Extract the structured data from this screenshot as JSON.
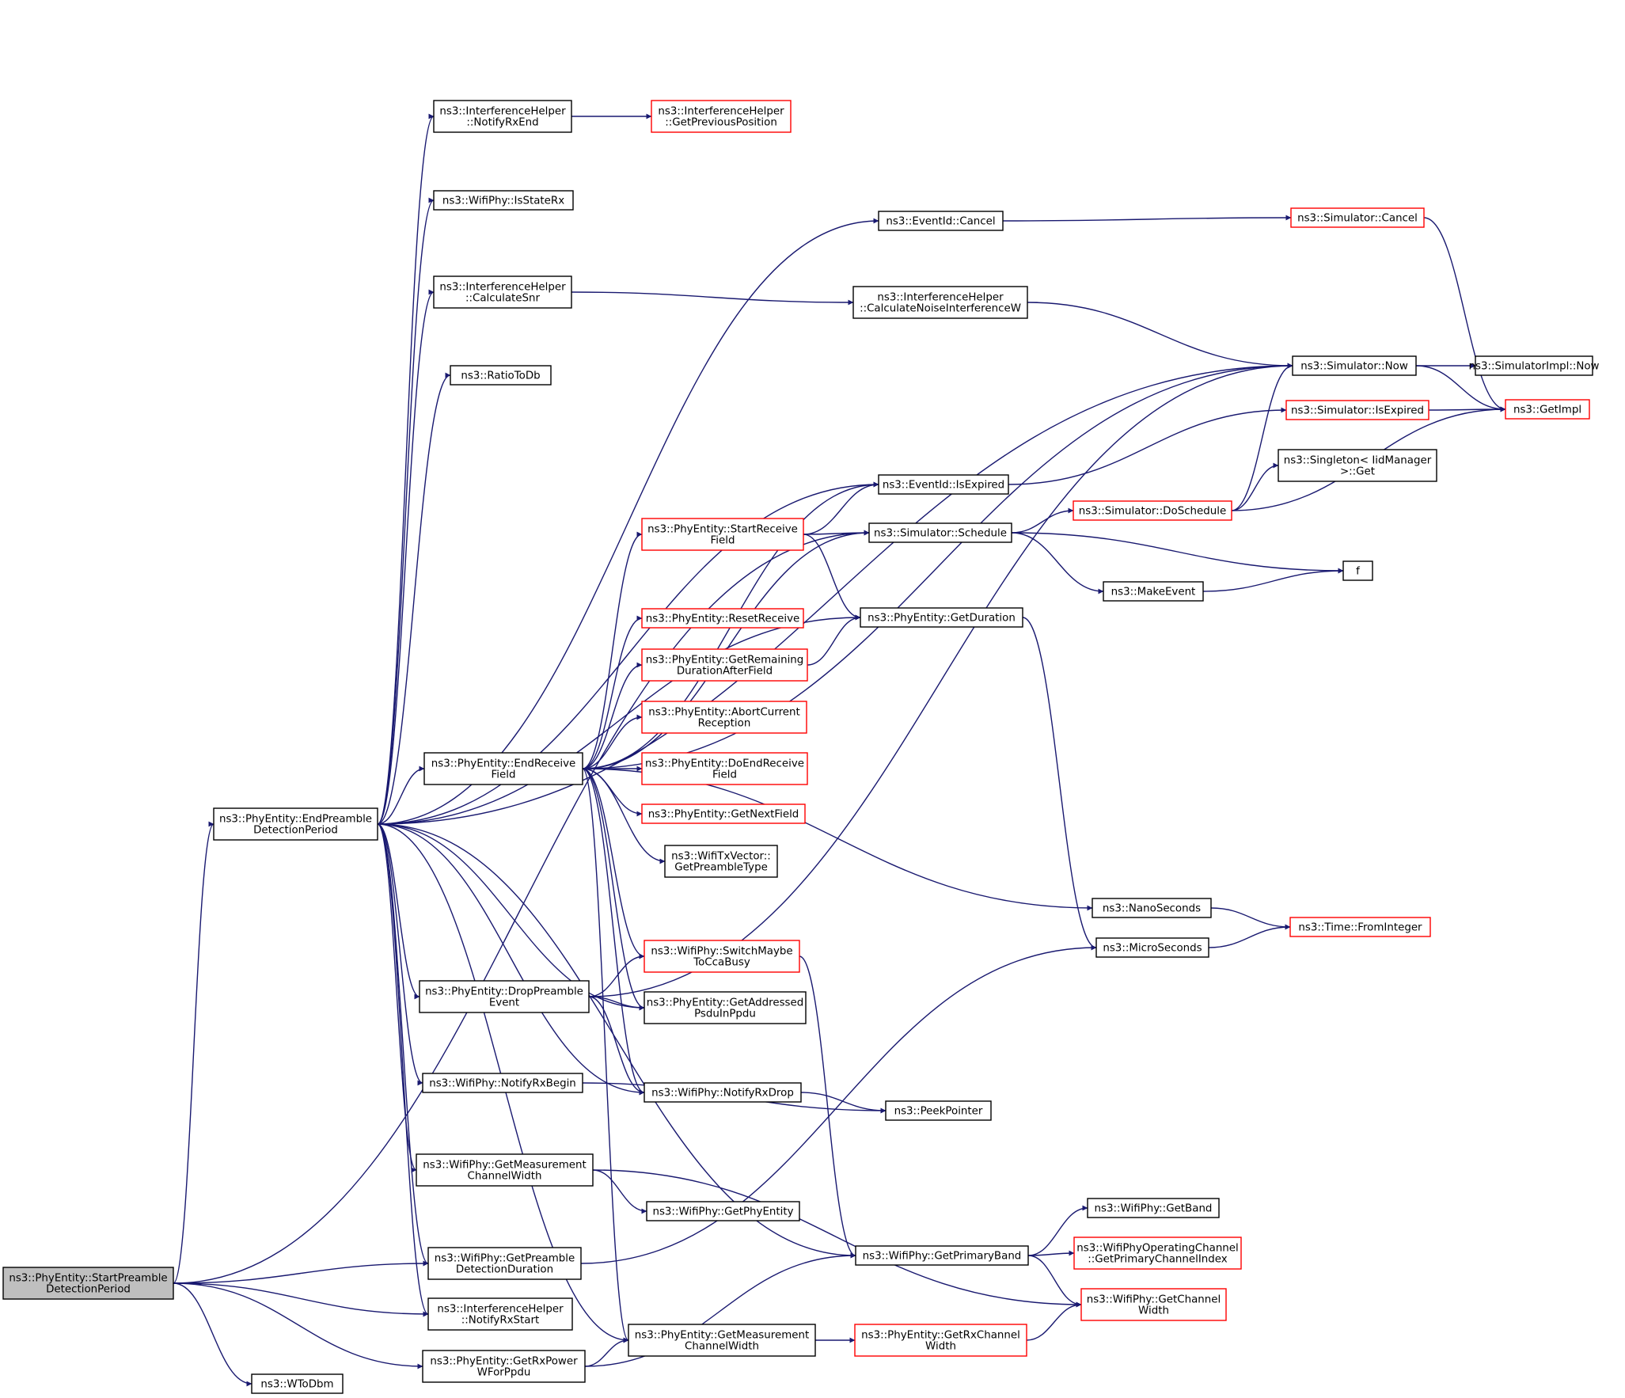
{
  "graph": {
    "colors": {
      "edge": "#191970",
      "border_normal": "#000000",
      "border_truncated": "#ff0000",
      "root_fill": "#bfbfbf"
    },
    "nodes": {
      "start": {
        "lines": [
          "ns3::PhyEntity::StartPreamble",
          "DetectionPeriod"
        ],
        "style": "root"
      },
      "end_preamble": {
        "lines": [
          "ns3::PhyEntity::EndPreamble",
          "DetectionPeriod"
        ],
        "style": "normal"
      },
      "wtodbm": {
        "lines": [
          "ns3::WToDbm"
        ],
        "style": "normal"
      },
      "ih_notify_rx_end": {
        "lines": [
          "ns3::InterferenceHelper",
          "::NotifyRxEnd"
        ],
        "style": "normal"
      },
      "ih_get_prev_pos": {
        "lines": [
          "ns3::InterferenceHelper",
          "::GetPreviousPosition"
        ],
        "style": "truncated"
      },
      "wifiphy_is_state_rx": {
        "lines": [
          "ns3::WifiPhy::IsStateRx"
        ],
        "style": "normal"
      },
      "eventid_cancel": {
        "lines": [
          "ns3::EventId::Cancel"
        ],
        "style": "normal"
      },
      "sim_cancel": {
        "lines": [
          "ns3::Simulator::Cancel"
        ],
        "style": "truncated"
      },
      "ih_calc_snr": {
        "lines": [
          "ns3::InterferenceHelper",
          "::CalculateSnr"
        ],
        "style": "normal"
      },
      "ih_calc_noise": {
        "lines": [
          "ns3::InterferenceHelper",
          "::CalculateNoiseInterferenceW"
        ],
        "style": "normal"
      },
      "sim_now": {
        "lines": [
          "ns3::Simulator::Now"
        ],
        "style": "normal"
      },
      "simimpl_now": {
        "lines": [
          "ns3::SimulatorImpl::Now"
        ],
        "style": "normal"
      },
      "ratio_to_db": {
        "lines": [
          "ns3::RatioToDb"
        ],
        "style": "normal"
      },
      "get_impl": {
        "lines": [
          "ns3::GetImpl"
        ],
        "style": "truncated"
      },
      "sim_is_expired": {
        "lines": [
          "ns3::Simulator::IsExpired"
        ],
        "style": "truncated"
      },
      "singleton_get": {
        "lines": [
          "ns3::Singleton< IidManager",
          ">::Get"
        ],
        "style": "normal"
      },
      "eventid_is_expired": {
        "lines": [
          "ns3::EventId::IsExpired"
        ],
        "style": "normal"
      },
      "sim_do_schedule": {
        "lines": [
          "ns3::Simulator::DoSchedule"
        ],
        "style": "truncated"
      },
      "start_receive_field": {
        "lines": [
          "ns3::PhyEntity::StartReceive",
          "Field"
        ],
        "style": "truncated"
      },
      "sim_schedule": {
        "lines": [
          "ns3::Simulator::Schedule"
        ],
        "style": "normal"
      },
      "f": {
        "lines": [
          "f"
        ],
        "style": "normal"
      },
      "make_event": {
        "lines": [
          "ns3::MakeEvent"
        ],
        "style": "normal"
      },
      "reset_receive": {
        "lines": [
          "ns3::PhyEntity::ResetReceive"
        ],
        "style": "truncated"
      },
      "get_duration": {
        "lines": [
          "ns3::PhyEntity::GetDuration"
        ],
        "style": "normal"
      },
      "get_remaining": {
        "lines": [
          "ns3::PhyEntity::GetRemaining",
          "DurationAfterField"
        ],
        "style": "truncated"
      },
      "abort_current": {
        "lines": [
          "ns3::PhyEntity::AbortCurrent",
          "Reception"
        ],
        "style": "truncated"
      },
      "end_receive_field": {
        "lines": [
          "ns3::PhyEntity::EndReceive",
          "Field"
        ],
        "style": "normal"
      },
      "do_end_receive": {
        "lines": [
          "ns3::PhyEntity::DoEndReceive",
          "Field"
        ],
        "style": "truncated"
      },
      "get_next_field": {
        "lines": [
          "ns3::PhyEntity::GetNextField"
        ],
        "style": "truncated"
      },
      "get_preamble_type": {
        "lines": [
          "ns3::WifiTxVector::",
          "GetPreambleType"
        ],
        "style": "normal"
      },
      "nano_seconds": {
        "lines": [
          "ns3::NanoSeconds"
        ],
        "style": "normal"
      },
      "from_integer": {
        "lines": [
          "ns3::Time::FromInteger"
        ],
        "style": "truncated"
      },
      "switch_maybe": {
        "lines": [
          "ns3::WifiPhy::SwitchMaybe",
          "ToCcaBusy"
        ],
        "style": "truncated"
      },
      "micro_seconds": {
        "lines": [
          "ns3::MicroSeconds"
        ],
        "style": "normal"
      },
      "drop_preamble": {
        "lines": [
          "ns3::PhyEntity::DropPreamble",
          "Event"
        ],
        "style": "normal"
      },
      "get_addressed": {
        "lines": [
          "ns3::PhyEntity::GetAddressed",
          "PsduInPpdu"
        ],
        "style": "normal"
      },
      "notify_rx_begin": {
        "lines": [
          "ns3::WifiPhy::NotifyRxBegin"
        ],
        "style": "normal"
      },
      "notify_rx_drop": {
        "lines": [
          "ns3::WifiPhy::NotifyRxDrop"
        ],
        "style": "normal"
      },
      "peek_pointer": {
        "lines": [
          "ns3::PeekPointer"
        ],
        "style": "normal"
      },
      "wp_get_meas_cw": {
        "lines": [
          "ns3::WifiPhy::GetMeasurement",
          "ChannelWidth"
        ],
        "style": "normal"
      },
      "get_phy_entity": {
        "lines": [
          "ns3::WifiPhy::GetPhyEntity"
        ],
        "style": "normal"
      },
      "get_band": {
        "lines": [
          "ns3::WifiPhy::GetBand"
        ],
        "style": "normal"
      },
      "get_primary_band": {
        "lines": [
          "ns3::WifiPhy::GetPrimaryBand"
        ],
        "style": "normal"
      },
      "get_primary_channel_index": {
        "lines": [
          "ns3::WifiPhyOperatingChannel",
          "::GetPrimaryChannelIndex"
        ],
        "style": "truncated"
      },
      "get_preamble_det_dur": {
        "lines": [
          "ns3::WifiPhy::GetPreamble",
          "DetectionDuration"
        ],
        "style": "normal"
      },
      "get_channel_width": {
        "lines": [
          "ns3::WifiPhy::GetChannel",
          "Width"
        ],
        "style": "truncated"
      },
      "ih_notify_rx_start": {
        "lines": [
          "ns3::InterferenceHelper",
          "::NotifyRxStart"
        ],
        "style": "normal"
      },
      "pe_get_meas_cw": {
        "lines": [
          "ns3::PhyEntity::GetMeasurement",
          "ChannelWidth"
        ],
        "style": "normal"
      },
      "get_rx_channel_width": {
        "lines": [
          "ns3::PhyEntity::GetRxChannel",
          "Width"
        ],
        "style": "truncated"
      },
      "get_rx_power": {
        "lines": [
          "ns3::PhyEntity::GetRxPower",
          "WForPpdu"
        ],
        "style": "normal"
      }
    },
    "edges": [
      [
        "start",
        "end_preamble"
      ],
      [
        "start",
        "get_preamble_det_dur"
      ],
      [
        "start",
        "ih_notify_rx_start"
      ],
      [
        "start",
        "get_rx_power"
      ],
      [
        "start",
        "wtodbm"
      ],
      [
        "start",
        "sim_schedule"
      ],
      [
        "end_preamble",
        "ih_notify_rx_end"
      ],
      [
        "end_preamble",
        "wifiphy_is_state_rx"
      ],
      [
        "end_preamble",
        "eventid_cancel"
      ],
      [
        "end_preamble",
        "ih_calc_snr"
      ],
      [
        "end_preamble",
        "ratio_to_db"
      ],
      [
        "end_preamble",
        "sim_now"
      ],
      [
        "end_preamble",
        "eventid_is_expired"
      ],
      [
        "end_preamble",
        "get_duration"
      ],
      [
        "end_preamble",
        "end_receive_field"
      ],
      [
        "end_preamble",
        "drop_preamble"
      ],
      [
        "end_preamble",
        "get_addressed"
      ],
      [
        "end_preamble",
        "notify_rx_begin"
      ],
      [
        "end_preamble",
        "notify_rx_drop"
      ],
      [
        "end_preamble",
        "wp_get_meas_cw"
      ],
      [
        "end_preamble",
        "get_primary_band"
      ],
      [
        "end_preamble",
        "get_preamble_det_dur"
      ],
      [
        "end_preamble",
        "ih_notify_rx_start"
      ],
      [
        "end_preamble",
        "pe_get_meas_cw"
      ],
      [
        "ih_notify_rx_end",
        "ih_get_prev_pos"
      ],
      [
        "eventid_cancel",
        "sim_cancel"
      ],
      [
        "sim_cancel",
        "get_impl"
      ],
      [
        "ih_calc_snr",
        "ih_calc_noise"
      ],
      [
        "ih_calc_noise",
        "sim_now"
      ],
      [
        "sim_now",
        "simimpl_now"
      ],
      [
        "sim_now",
        "get_impl"
      ],
      [
        "eventid_is_expired",
        "sim_is_expired"
      ],
      [
        "sim_is_expired",
        "get_impl"
      ],
      [
        "sim_schedule",
        "sim_do_schedule"
      ],
      [
        "sim_schedule",
        "f"
      ],
      [
        "sim_schedule",
        "make_event"
      ],
      [
        "make_event",
        "f"
      ],
      [
        "sim_do_schedule",
        "sim_now"
      ],
      [
        "sim_do_schedule",
        "singleton_get"
      ],
      [
        "sim_do_schedule",
        "get_impl"
      ],
      [
        "start_receive_field",
        "sim_schedule"
      ],
      [
        "start_receive_field",
        "eventid_is_expired"
      ],
      [
        "start_receive_field",
        "get_duration"
      ],
      [
        "get_remaining",
        "get_duration"
      ],
      [
        "get_duration",
        "micro_seconds"
      ],
      [
        "end_receive_field",
        "sim_now"
      ],
      [
        "end_receive_field",
        "eventid_is_expired"
      ],
      [
        "end_receive_field",
        "start_receive_field"
      ],
      [
        "end_receive_field",
        "sim_schedule"
      ],
      [
        "end_receive_field",
        "reset_receive"
      ],
      [
        "end_receive_field",
        "get_remaining"
      ],
      [
        "end_receive_field",
        "abort_current"
      ],
      [
        "end_receive_field",
        "do_end_receive"
      ],
      [
        "end_receive_field",
        "get_next_field"
      ],
      [
        "end_receive_field",
        "get_preamble_type"
      ],
      [
        "end_receive_field",
        "nano_seconds"
      ],
      [
        "end_receive_field",
        "switch_maybe"
      ],
      [
        "end_receive_field",
        "get_addressed"
      ],
      [
        "end_receive_field",
        "notify_rx_drop"
      ],
      [
        "end_receive_field",
        "pe_get_meas_cw"
      ],
      [
        "nano_seconds",
        "from_integer"
      ],
      [
        "micro_seconds",
        "from_integer"
      ],
      [
        "drop_preamble",
        "switch_maybe"
      ],
      [
        "drop_preamble",
        "get_addressed"
      ],
      [
        "drop_preamble",
        "notify_rx_drop"
      ],
      [
        "drop_preamble",
        "sim_now"
      ],
      [
        "switch_maybe",
        "get_primary_band"
      ],
      [
        "notify_rx_begin",
        "peek_pointer"
      ],
      [
        "notify_rx_drop",
        "peek_pointer"
      ],
      [
        "wp_get_meas_cw",
        "get_phy_entity"
      ],
      [
        "wp_get_meas_cw",
        "get_channel_width"
      ],
      [
        "get_primary_band",
        "get_band"
      ],
      [
        "get_primary_band",
        "get_primary_channel_index"
      ],
      [
        "get_primary_band",
        "get_channel_width"
      ],
      [
        "get_preamble_det_dur",
        "micro_seconds"
      ],
      [
        "pe_get_meas_cw",
        "get_rx_channel_width"
      ],
      [
        "get_rx_channel_width",
        "get_channel_width"
      ],
      [
        "get_rx_power",
        "pe_get_meas_cw"
      ],
      [
        "get_rx_power",
        "get_primary_band"
      ]
    ]
  }
}
